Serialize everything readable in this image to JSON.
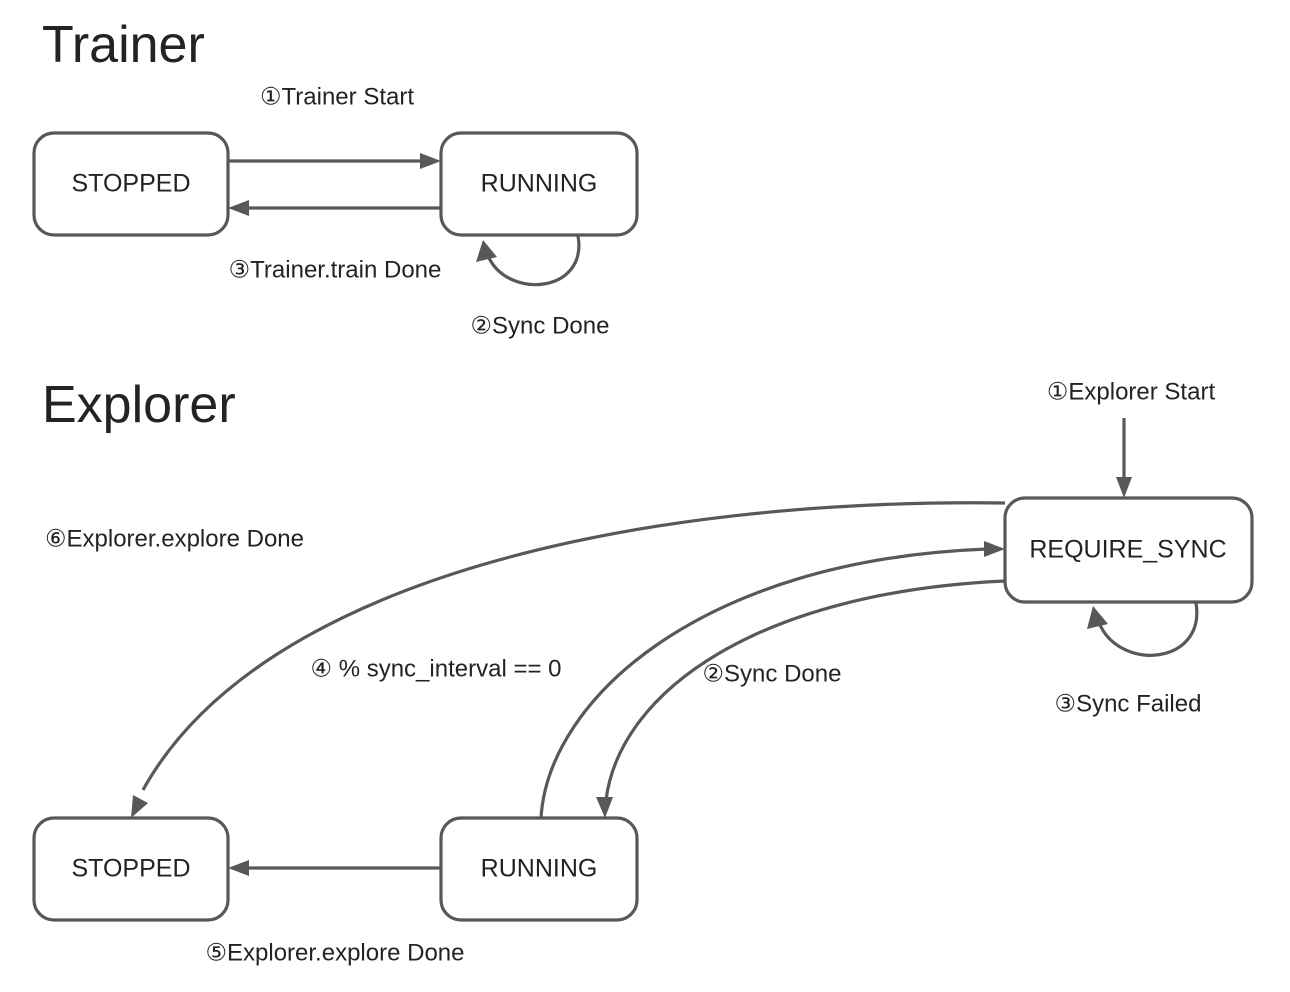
{
  "page": {
    "background_color": "#ffffff",
    "stroke_color": "#55595b",
    "text_color": "#232323"
  },
  "sections": [
    {
      "id": "trainer",
      "heading": "Trainer"
    },
    {
      "id": "explorer",
      "heading": "Explorer"
    }
  ],
  "trainer": {
    "heading": "Trainer",
    "states": [
      {
        "id": "stopped",
        "label": "STOPPED"
      },
      {
        "id": "running",
        "label": "RUNNING"
      }
    ],
    "transitions": [
      {
        "id": "t1",
        "label": "①Trainer Start",
        "from": "STOPPED",
        "to": "RUNNING"
      },
      {
        "id": "t2",
        "label": "②Sync Done",
        "from": "RUNNING",
        "to": "RUNNING"
      },
      {
        "id": "t3",
        "label": "③Trainer.train Done",
        "from": "RUNNING",
        "to": "STOPPED"
      }
    ]
  },
  "explorer": {
    "heading": "Explorer",
    "states": [
      {
        "id": "stopped",
        "label": "STOPPED"
      },
      {
        "id": "running",
        "label": "RUNNING"
      },
      {
        "id": "require_sync",
        "label": "REQUIRE_SYNC"
      }
    ],
    "transitions": [
      {
        "id": "e1",
        "label": "①Explorer Start",
        "from": "start",
        "to": "REQUIRE_SYNC"
      },
      {
        "id": "e2",
        "label": "②Sync Done",
        "from": "REQUIRE_SYNC",
        "to": "RUNNING"
      },
      {
        "id": "e3",
        "label": "③Sync Failed",
        "from": "REQUIRE_SYNC",
        "to": "REQUIRE_SYNC"
      },
      {
        "id": "e4",
        "label": "④ % sync_interval == 0",
        "from": "RUNNING",
        "to": "REQUIRE_SYNC"
      },
      {
        "id": "e5",
        "label": "⑤Explorer.explore Done",
        "from": "RUNNING",
        "to": "STOPPED"
      },
      {
        "id": "e6",
        "label": "⑥Explorer.explore Done",
        "from": "REQUIRE_SYNC",
        "to": "STOPPED"
      }
    ]
  },
  "chart_data": {
    "type": "diagram",
    "title": "State machine diagrams for Trainer and Explorer",
    "graphs": [
      {
        "name": "Trainer",
        "nodes": [
          "STOPPED",
          "RUNNING"
        ],
        "edges": [
          {
            "from": "STOPPED",
            "to": "RUNNING",
            "label": "①Trainer Start"
          },
          {
            "from": "RUNNING",
            "to": "RUNNING",
            "label": "②Sync Done"
          },
          {
            "from": "RUNNING",
            "to": "STOPPED",
            "label": "③Trainer.train Done"
          }
        ]
      },
      {
        "name": "Explorer",
        "nodes": [
          "STOPPED",
          "RUNNING",
          "REQUIRE_SYNC"
        ],
        "edges": [
          {
            "from": "start",
            "to": "REQUIRE_SYNC",
            "label": "①Explorer Start"
          },
          {
            "from": "REQUIRE_SYNC",
            "to": "RUNNING",
            "label": "②Sync Done"
          },
          {
            "from": "REQUIRE_SYNC",
            "to": "REQUIRE_SYNC",
            "label": "③Sync Failed"
          },
          {
            "from": "RUNNING",
            "to": "REQUIRE_SYNC",
            "label": "④ % sync_interval == 0"
          },
          {
            "from": "RUNNING",
            "to": "STOPPED",
            "label": "⑤Explorer.explore Done"
          },
          {
            "from": "REQUIRE_SYNC",
            "to": "STOPPED",
            "label": "⑥Explorer.explore Done"
          }
        ]
      }
    ]
  }
}
